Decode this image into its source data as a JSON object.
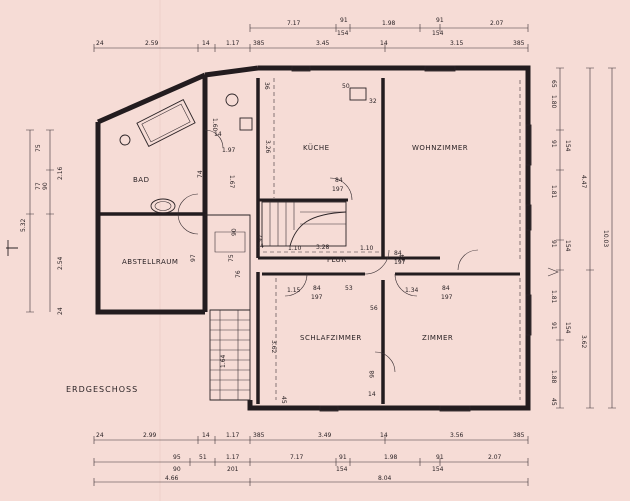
{
  "rooms": {
    "bad": "BAD",
    "kueche": "KÜCHE",
    "wohnzimmer": "WOHNZIMMER",
    "abstellraum": "ABSTELLRAUM",
    "flur": "FLUR",
    "schlafzimmer": "SCHLAFZIMMER",
    "zimmer": "ZIMMER"
  },
  "title": "ERDGESCHOSS",
  "dims": {
    "top_row1": [
      "7.17",
      "91",
      "154",
      "1.98",
      "91",
      "154",
      "2.07"
    ],
    "top_row2": [
      "24",
      "2.59",
      "14",
      "1.17",
      "385",
      "3.45",
      "14",
      "3.15",
      "385"
    ],
    "bottom_row1": [
      "24",
      "2.99",
      "14",
      "1.17",
      "385",
      "3.49",
      "14",
      "3.56",
      "385"
    ],
    "bottom_row2": [
      "95",
      "90",
      "51",
      "1.17",
      "201",
      "7.17",
      "91",
      "154",
      "1.98",
      "91",
      "154",
      "2.07"
    ],
    "bottom_row3": [
      "4.66",
      "8.04"
    ],
    "right": [
      "65",
      "1.80",
      "91",
      "154",
      "4.47",
      "1.81",
      "91",
      "154",
      "1.81",
      "91",
      "154",
      "1.88",
      "3.62",
      "45",
      "10.03"
    ],
    "left": [
      "75",
      "77",
      "90",
      "2.16",
      "5.32",
      "2.54",
      "24"
    ],
    "interior": [
      "36",
      "3.26",
      "1.60",
      "14",
      "1.97",
      "1.67",
      "50",
      "32",
      "84",
      "197",
      "90",
      "1.10",
      "3.28",
      "1.10",
      "14",
      "97",
      "84",
      "197",
      "24",
      "84",
      "197",
      "1.15",
      "53",
      "1.34",
      "56",
      "3.62",
      "98",
      "84",
      "197",
      "1.64",
      "45",
      "75",
      "76",
      "97",
      "14",
      "74"
    ]
  }
}
